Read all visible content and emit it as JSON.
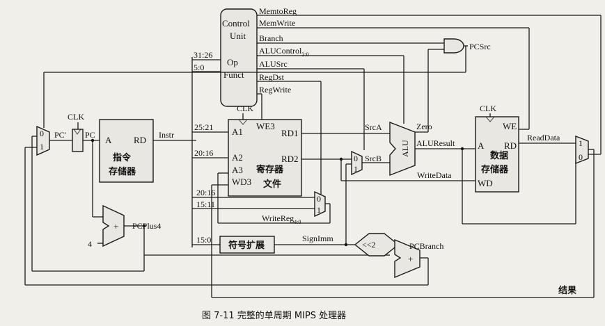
{
  "caption": "图 7-11   完整的单周期 MIPS 处理器",
  "control_unit": {
    "title_line1": "Control",
    "title_line2": "Unit",
    "op": "Op",
    "funct": "Funct",
    "outputs": [
      "MemtoReg",
      "MemWrite",
      "Branch",
      "ALUControl",
      "ALUSrc",
      "RegDst",
      "RegWrite"
    ],
    "alucontrol_sub": "2:0"
  },
  "fields": {
    "op_bits": "31:26",
    "funct_bits": "5:0",
    "rs_bits": "25:21",
    "rt_bits": "20:16",
    "rt_bits2": "20:16",
    "rd_bits": "15:11",
    "imm_bits": "15:0"
  },
  "clocks": [
    "CLK",
    "CLK",
    "CLK"
  ],
  "pc": {
    "pc_prime": "PC'",
    "pc": "PC"
  },
  "imem": {
    "a": "A",
    "rd": "RD",
    "name_line1": "指令",
    "name_line2": "存储器"
  },
  "regfile": {
    "a1": "A1",
    "a2": "A2",
    "a3": "A3",
    "wd3": "WD3",
    "we3": "WE3",
    "rd1": "RD1",
    "rd2": "RD2",
    "name_line1": "寄存器",
    "name_line2": "文件"
  },
  "dmem": {
    "we": "WE",
    "a": "A",
    "rd": "RD",
    "wd": "WD",
    "name_line1": "数据",
    "name_line2": "存储器"
  },
  "signals": {
    "instr": "Instr",
    "srca": "SrcA",
    "srcb": "SrcB",
    "zero": "Zero",
    "aluresult": "ALUResult",
    "writedata": "WriteData",
    "readdata": "ReadData",
    "writereg": "WriteReg",
    "writereg_sub": "4:0",
    "signimm": "SignImm",
    "pcplus4": "PCPlus4",
    "pcbranch": "PCBranch",
    "pcsrc": "PCSrc",
    "result": "结果",
    "four": "4",
    "shift": "<<2"
  },
  "alu_label": "ALU",
  "signext_label": "符号扩展",
  "mux_labels": [
    "0",
    "1"
  ],
  "adder_label": "+"
}
